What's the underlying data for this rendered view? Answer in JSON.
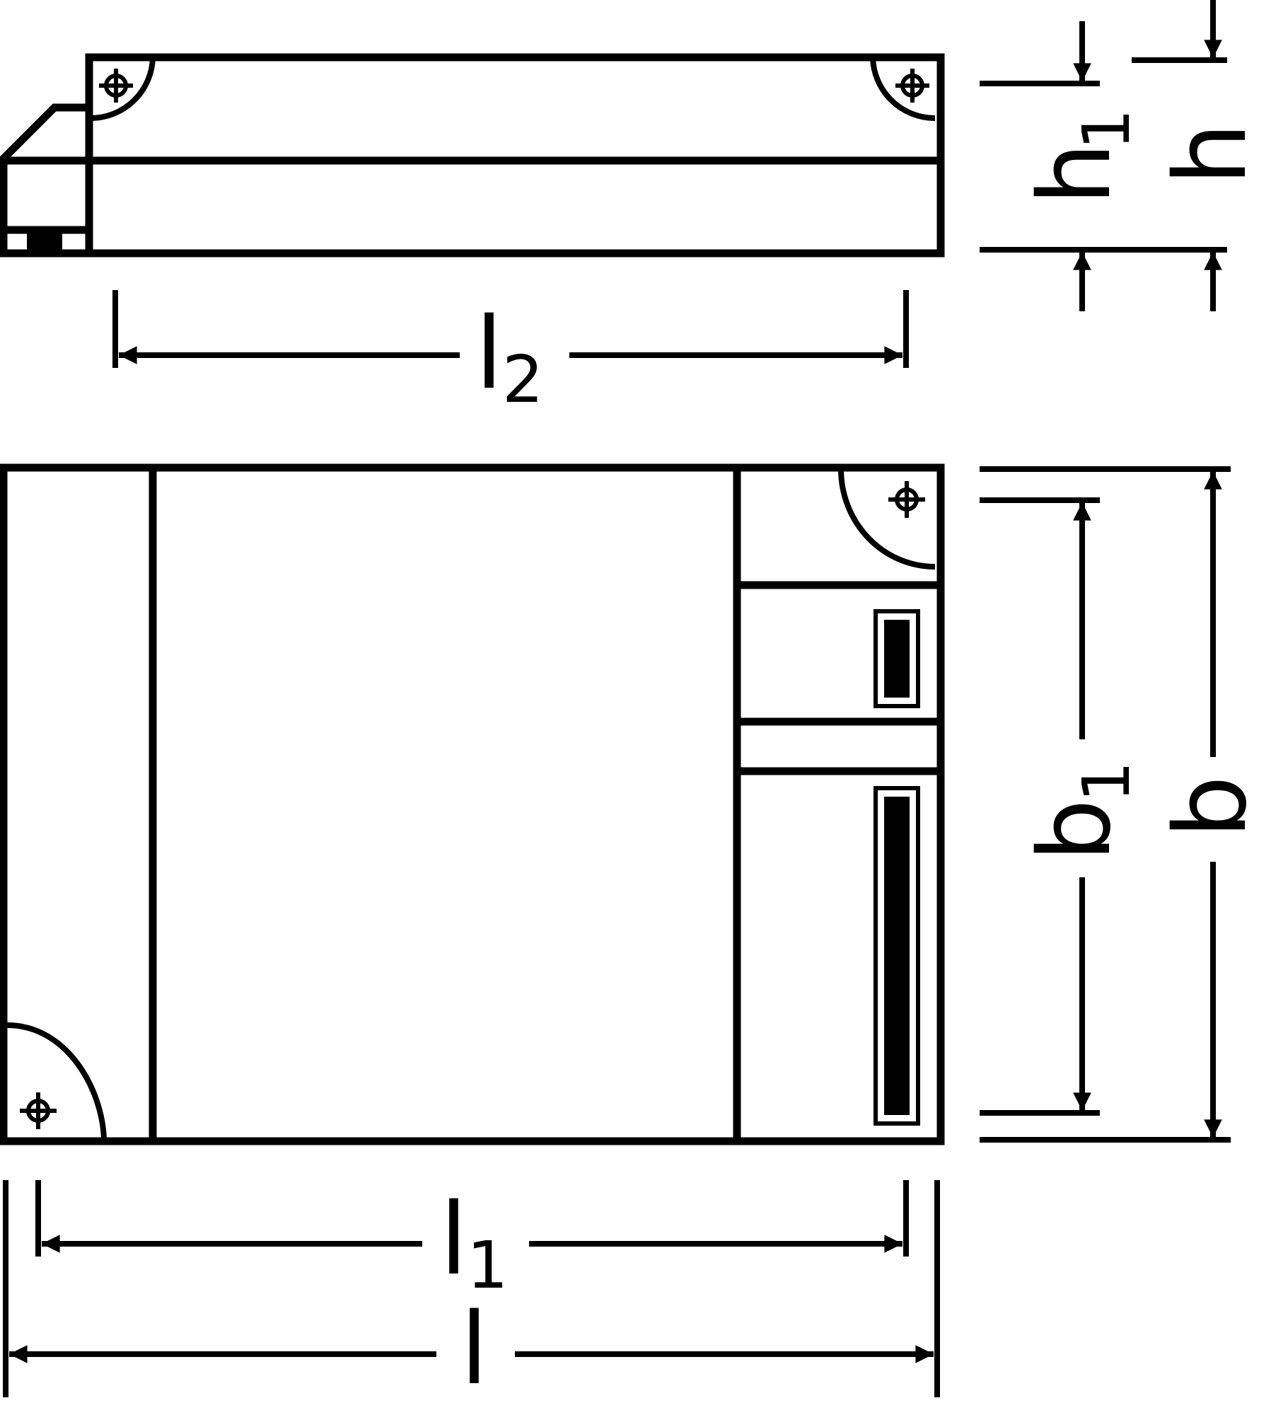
{
  "dimensions": {
    "h1": {
      "main": "h",
      "sub": "1"
    },
    "h": {
      "main": "h"
    },
    "l2": {
      "main": "l",
      "sub": "2"
    },
    "b1": {
      "main": "b",
      "sub": "1"
    },
    "b": {
      "main": "b"
    },
    "l1": {
      "main": "l",
      "sub": "1"
    },
    "l": {
      "main": "l"
    }
  },
  "colors": {
    "stroke": "#000000",
    "background": "#ffffff"
  }
}
